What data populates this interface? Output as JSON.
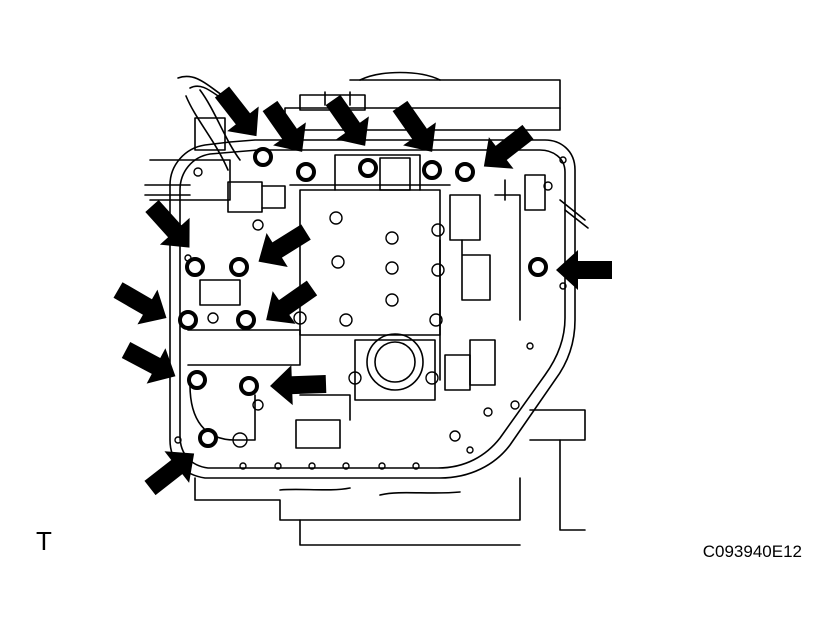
{
  "labels": {
    "view_letter": "T",
    "figure_code": "C093940E12"
  },
  "colors": {
    "ink": "#000000",
    "paper": "#ffffff"
  },
  "illustration": {
    "subject": "transmission-valve-body",
    "arrow_count": 13,
    "bolt_count": 13
  }
}
